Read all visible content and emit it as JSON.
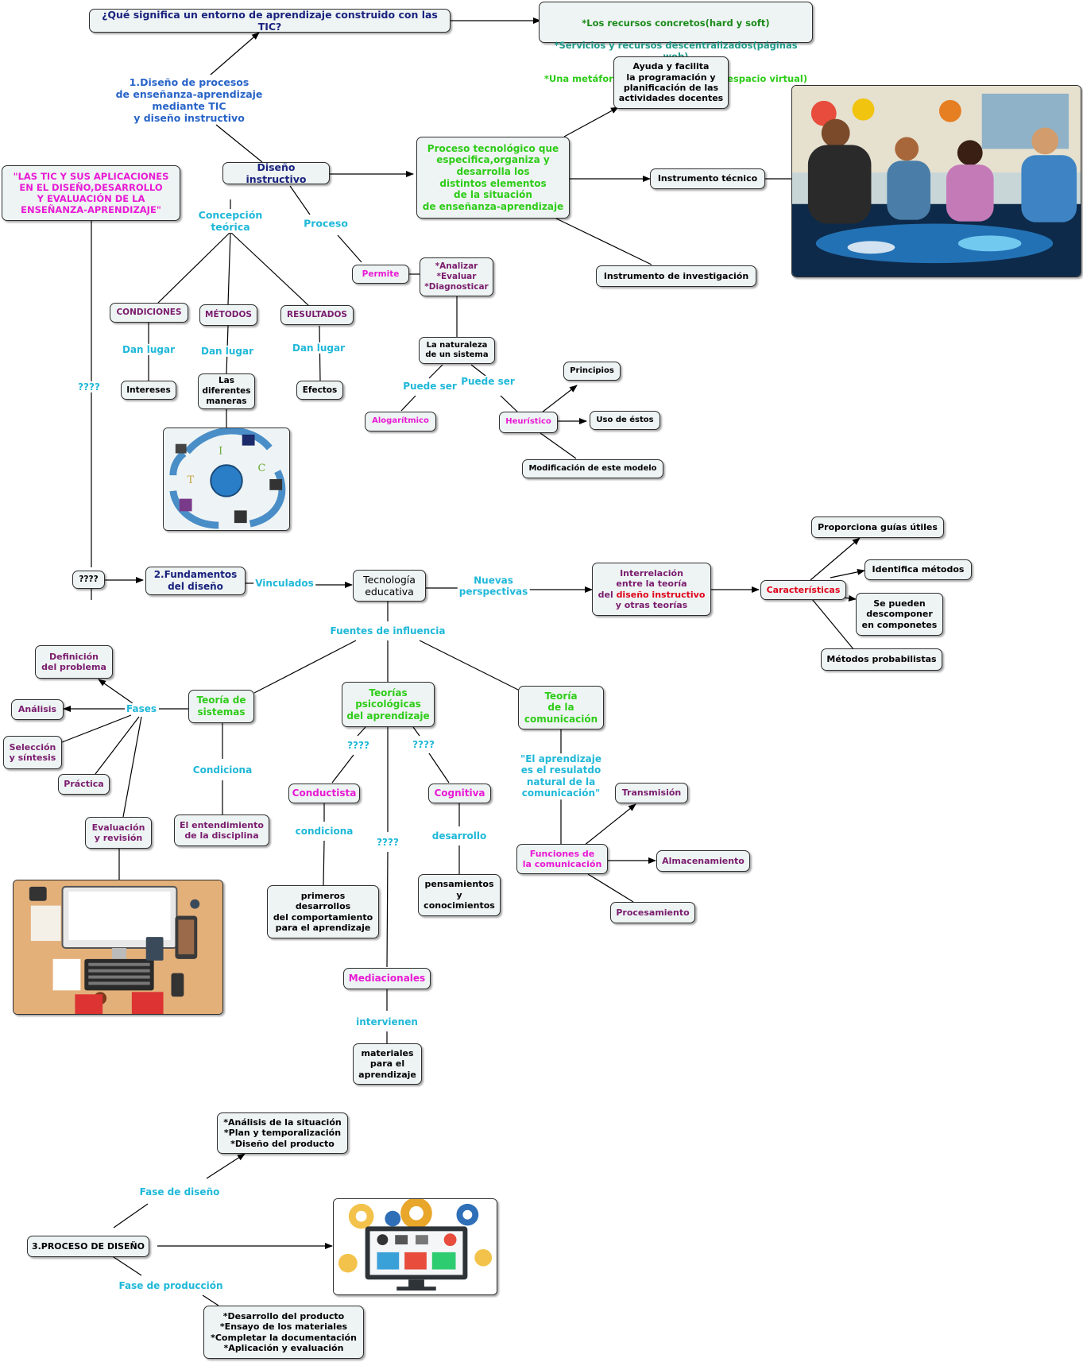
{
  "colors": {
    "navy": "#1a237e",
    "dark": "#000000",
    "cyan": "#1fb8d8",
    "magenta": "#e81ad5",
    "purple": "#7a1c6e",
    "green": "#2ecc18",
    "darkgreen": "#1a8a1a",
    "teal": "#1f9a88",
    "red": "#e0001a",
    "blue": "#2864c8"
  },
  "nodes": {
    "question": "¿Qué significa un entorno de aprendizaje construido con las TIC?",
    "answers": {
      "line1": "*Los recursos concretos(hard y soft)",
      "line2": "*Servicios y recursos descentralizados(páginas web)",
      "line3": "*Una metáfora de lugar de estudio(espacio virtual)"
    },
    "tic_title": "\"LAS TIC Y SUS APLICACIONES\nEN EL DISEÑO,DESARROLLO\nY EVALUACIÓN DE LA\nENSEÑANZA-APRENDIZAJE\"",
    "diseno_instructivo": "Diseño instructivo",
    "proceso_tecnologico": "Proceso tecnológico que\nespecifica,organiza y\ndesarrolla los\ndistintos elementos\nde la situación\nde enseñanza-aprendizaje",
    "ayuda": "Ayuda y facilita\nla programación y\nplanificación de las\nactividades docentes",
    "instrumento_tecnico": "Instrumento técnico",
    "instrumento_investigacion": "Instrumento de investigación",
    "condiciones": "CONDICIONES",
    "metodos": "MÉTODOS",
    "resultados": "RESULTADOS",
    "intereses": "Intereses",
    "diferentes_maneras": "Las\ndiferentes\nmaneras",
    "efectos": "Efectos",
    "permite": "Permite",
    "analizar": "*Analizar\n*Evaluar\n*Diagnosticar",
    "naturaleza": "La naturaleza\nde un sistema",
    "algoritmico": "Alogarítmico",
    "heuristico": "Heurístico",
    "principios": "Principios",
    "uso_estos": "Uso de éstos",
    "modificacion": "Modificación de este modelo",
    "unknown_box": "????",
    "fundamentos": "2.Fundamentos\ndel diseño",
    "tecnologia_educativa": "Tecnología\neducativa",
    "interrelacion_a": "Interrelación\nentre la teoría\ndel ",
    "interrelacion_b": "diseño instructivo",
    "interrelacion_c": "\ny otras teorías",
    "caracteristicas": "Características",
    "proporciona": "Proporciona guías útiles",
    "identifica": "Identifica métodos",
    "descomponer": "Se pueden\ndescomponer\nen componetes",
    "probabilistas": "Métodos probabilistas",
    "teoria_sistemas": "Teoría de\nsistemas",
    "teorias_psicologicas": "Teorías\npsicológicas\ndel aprendizaje",
    "teoria_comunicacion": "Teoría\nde la\ncomunicación",
    "definicion": "Definición\ndel problema",
    "analisis": "Análisis",
    "seleccion": "Selección\ny síntesis",
    "practica": "Práctica",
    "evaluacion": "Evaluación\ny revisión",
    "entendimiento": "El entendimiento\nde la disciplina",
    "conductista": "Conductista",
    "cognitiva": "Cognitiva",
    "primeros": "primeros\ndesarrollos\ndel comportamiento\npara el aprendizaje",
    "pensamientos": "pensamientos\ny\nconocimientos",
    "mediacionales": "Mediacionales",
    "materiales": "materiales\npara el\naprendizaje",
    "funciones": "Funciones de\nla comunicación",
    "transmision": "Transmisión",
    "almacenamiento": "Almacenamiento",
    "procesamiento": "Procesamiento",
    "proceso_diseno": "3.PROCESO DE DISEÑO",
    "fase_diseno_items": "*Análisis de la situación\n*Plan y temporalización\n*Diseño del producto",
    "fase_produccion_items": "*Desarrollo del producto\n*Ensayo de los materiales\n*Completar la documentación\n*Aplicación y evaluación"
  },
  "labels": {
    "diseno_procesos": "1.Diseño de procesos\nde enseñanza-aprendizaje\nmediante TIC\ny diseño instructivo",
    "concepcion": "Concepción\nteórica",
    "proceso": "Proceso",
    "dan_lugar": "Dan lugar",
    "puede_ser": "Puede ser",
    "unknown": "????",
    "vinculados": "Vinculados",
    "nuevas_perspectivas": "Nuevas\nperspectivas",
    "fuentes": "Fuentes de influencia",
    "fases": "Fases",
    "condiciona_upper": "Condiciona",
    "condiciona_lower": "condiciona",
    "desarrollo": "desarrollo",
    "intervienen": "intervienen",
    "aprendizaje_quote": "\"El aprendizaje\nes el resulatdo\nnatural de la\ncomunicación\"",
    "fase_diseno": "Fase de diseño",
    "fase_produccion": "Fase de producción"
  },
  "images": {
    "classroom": "classroom-touch-table-image",
    "tic_cycle": "tic-cycle-diagram-image",
    "workspace": "desk-workspace-image",
    "monitor_gears": "monitor-gears-image"
  }
}
